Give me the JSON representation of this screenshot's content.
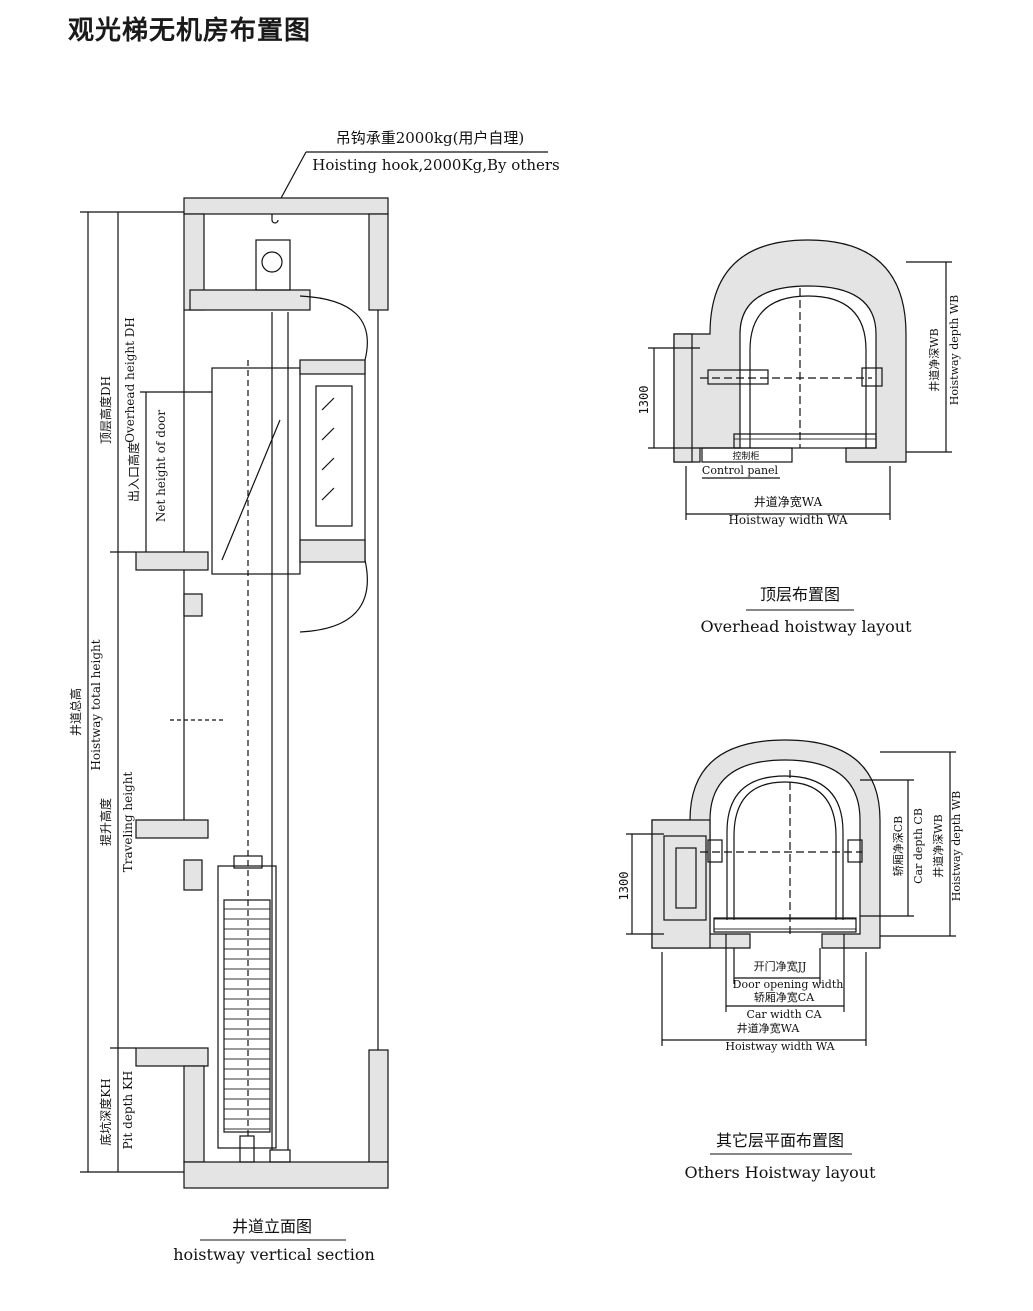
{
  "page_title": "观光梯无机房布置图",
  "section": {
    "hook_zh": "吊钩承重2000kg(用户自理)",
    "hook_en": "Hoisting hook,2000Kg,By others",
    "overhead_zh": "顶层高度DH",
    "overhead_en": "Overhead height DH",
    "door_height_zh": "出入口高度",
    "door_height_en": "Net height of door",
    "total_zh": "井道总高",
    "total_en": "Hoistway total height",
    "travel_zh": "提升高度",
    "travel_en": "Traveling height",
    "pit_zh": "底坑深度KH",
    "pit_en": "Pit depth KH",
    "caption_zh": "井道立面图",
    "caption_en": "hoistway vertical section"
  },
  "overhead_plan": {
    "dim_1300": "1300",
    "control_zh": "控制柜",
    "control_en": "Control panel",
    "width_zh": "井道净宽WA",
    "width_en": "Hoistway width WA",
    "depth_zh": "井道净深WB",
    "depth_en": "Hoistway depth WB",
    "caption_zh": "顶层布置图",
    "caption_en": "Overhead hoistway layout"
  },
  "other_plan": {
    "dim_1300": "1300",
    "door_zh": "开门净宽JJ",
    "door_en": "Door opening width",
    "car_w_zh": "轿厢净宽CA",
    "car_w_en": "Car width CA",
    "width_zh": "井道净宽WA",
    "width_en": "Hoistway width WA",
    "car_d_zh": "轿厢净深CB",
    "car_d_en": "Car depth CB",
    "depth_zh": "井道净深WB",
    "depth_en": "Hoistway depth WB",
    "caption_zh": "其它层平面布置图",
    "caption_en": "Others Hoistway layout"
  },
  "colors": {
    "line": "#111111",
    "wall": "#e2e2e2"
  }
}
